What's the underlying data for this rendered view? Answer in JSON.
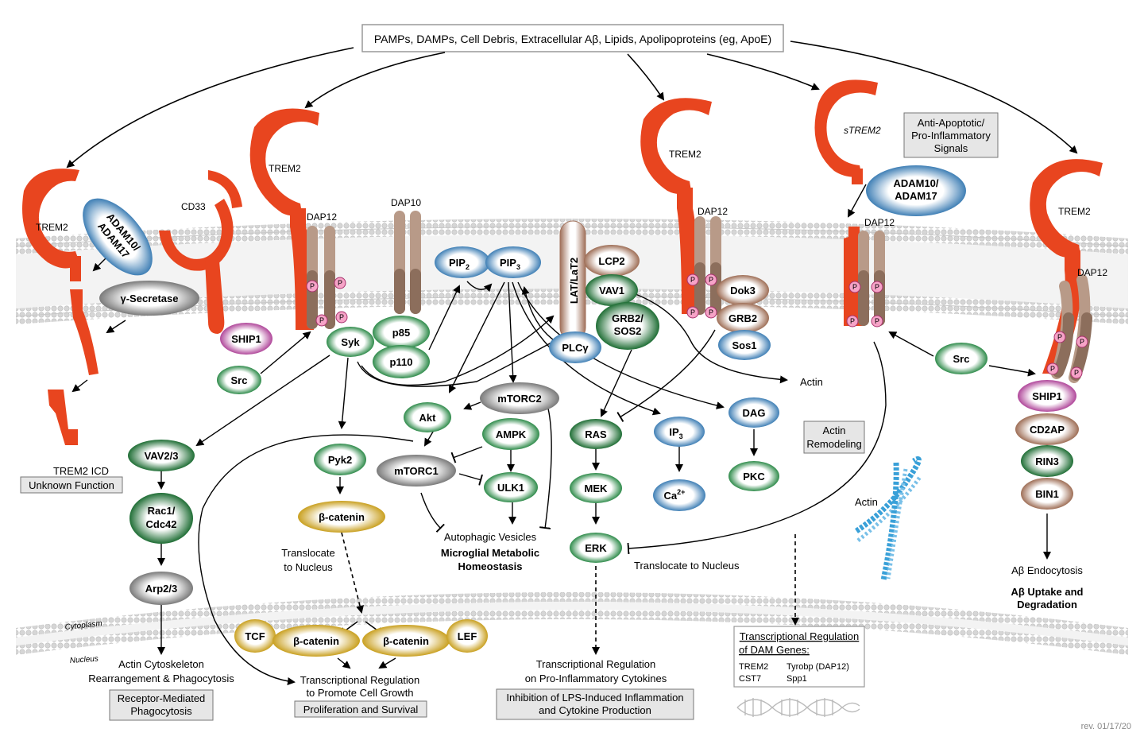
{
  "top_box": "PAMPs, DAMPs, Cell Debris, Extracellular Aβ, Lipids, Apolipoproteins (eg, ApoE)",
  "receptors": {
    "trem2": "TREM2",
    "cd33": "CD33",
    "strem2": "sTREM2",
    "dap12": "DAP12",
    "dap10": "DAP10",
    "p": "P"
  },
  "molecules": {
    "adam": [
      "ADAM10/",
      "ADAM17"
    ],
    "gamma_secretase": "γ-Secretase",
    "ship1": "SHIP1",
    "syk": "Syk",
    "src": "Src",
    "p85": "p85",
    "p110": "p110",
    "pip2": [
      "PIP",
      "2"
    ],
    "pip3": [
      "PIP",
      "3"
    ],
    "lat": "LAT/LaT2",
    "lcp2": "LCP2",
    "vav1": "VAV1",
    "grb2sos2": [
      "GRB2/",
      "SOS2"
    ],
    "plcg": "PLCγ",
    "dok3": "Dok3",
    "grb2": "GRB2",
    "sos1": "Sos1",
    "vav23": "VAV2/3",
    "rac1": [
      "Rac1/",
      "Cdc42"
    ],
    "arp23": "Arp2/3",
    "pyk2": "Pyk2",
    "bcatenin": "β-catenin",
    "tcf": "TCF",
    "lef": "LEF",
    "akt": "Akt",
    "mtorc2": "mTORC2",
    "mtorc1": "mTORC1",
    "ampk": "AMPK",
    "ulk1": "ULK1",
    "ras": "RAS",
    "mek": "MEK",
    "erk": "ERK",
    "ip3": [
      "IP",
      "3"
    ],
    "ca": [
      "Ca",
      "2+"
    ],
    "dag": "DAG",
    "pkc": "PKC",
    "cd2ap": "CD2AP",
    "rin3": "RIN3",
    "bin1": "BIN1"
  },
  "labels": {
    "trem2_icd": "TREM2 ICD",
    "actin_right": "Actin",
    "actin_left": "Actin",
    "translocate_nucleus_left": [
      "Translocate",
      "to Nucleus"
    ],
    "translocate_nucleus_erk": "Translocate to Nucleus",
    "autophagic": "Autophagic Vesicles",
    "metabolic": [
      "Microglial Metabolic",
      "Homeostasis"
    ],
    "cytoplasm": "Cytoplasm",
    "nucleus": "Nucleus",
    "actin_cyto": [
      "Actin Cytoskeleton",
      "Rearrangement & Phagocytosis"
    ],
    "trans_growth": [
      "Transcriptional Regulation",
      "to Promote Cell Growth"
    ],
    "trans_cyto": [
      "Transcriptional Regulation",
      "on Pro-Inflammatory Cytokines"
    ],
    "dam_title": [
      "Transcriptional Regulation",
      "of DAM Genes:"
    ],
    "dam_genes": [
      "TREM2",
      "Tyrobp (DAP12)",
      "CST7",
      "Spp1"
    ],
    "abeta_endo": "Aβ Endocytosis",
    "abeta_uptake": [
      "Aβ Uptake and",
      "Degradation"
    ],
    "rev": "rev. 01/17/20"
  },
  "boxes": {
    "unknown": "Unknown Function",
    "receptor_phago": [
      "Receptor-Mediated",
      "Phagocytosis"
    ],
    "prolif": "Proliferation and Survival",
    "inhibition": [
      "Inhibition of LPS-Induced Inflammation",
      "and Cytokine Production"
    ],
    "anti_apop": [
      "Anti-Apoptotic/",
      "Pro-Inflammatory",
      "Signals"
    ],
    "actin_remodel": [
      "Actin",
      "Remodeling"
    ]
  },
  "colors": {
    "receptor": "#e8451f",
    "green": "#2e8b4a",
    "blue": "#3f7fb5",
    "brown": "#9e6e56",
    "purple": "#b0479a",
    "gold": "#c9a020",
    "gray": "#8a8a8a",
    "dap": "#a58a78"
  }
}
